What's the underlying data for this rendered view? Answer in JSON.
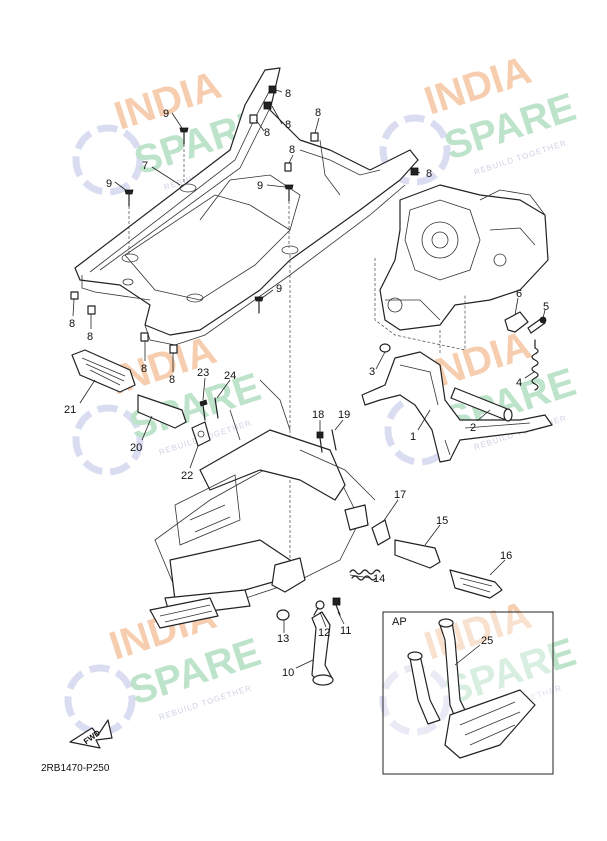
{
  "diagram": {
    "code": "2RB1470-P250",
    "inset_label": "AP",
    "fwd_label": "FWD",
    "watermark": {
      "word1": "INDIA",
      "word2": "SPARE",
      "tagline": "REBUILD TOGETHER"
    },
    "labels": {
      "p1": "1",
      "p2": "2",
      "p3": "3",
      "p4": "4",
      "p5": "5",
      "p6": "6",
      "p7": "7",
      "p8a": "8",
      "p8b": "8",
      "p8c": "8",
      "p8d": "8",
      "p8e": "8",
      "p8f": "8",
      "p8g": "8",
      "p8h": "8",
      "p8i": "8",
      "p8j": "8",
      "p9a": "9",
      "p9b": "9",
      "p9c": "9",
      "p9d": "9",
      "p10": "10",
      "p11": "11",
      "p12": "12",
      "p13": "13",
      "p14": "14",
      "p15": "15",
      "p16": "16",
      "p17": "17",
      "p18": "18",
      "p19": "19",
      "p20": "20",
      "p21": "21",
      "p22": "22",
      "p23": "23",
      "p24": "24",
      "p25": "25"
    }
  }
}
